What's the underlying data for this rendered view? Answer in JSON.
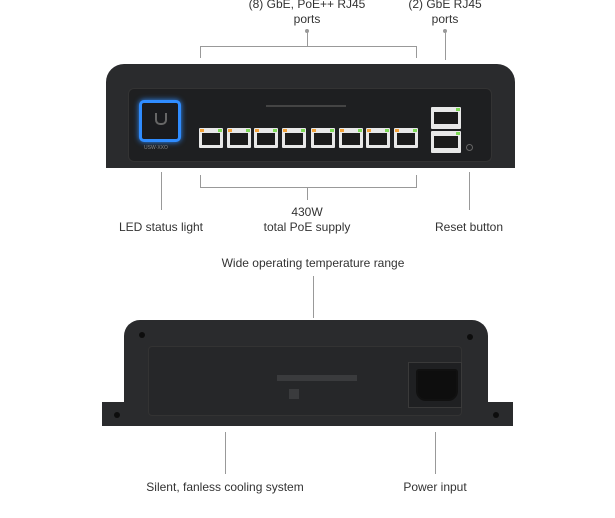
{
  "callouts": {
    "poe_ports": [
      "(8) GbE, PoE++ RJ45",
      "ports"
    ],
    "uplink_ports": [
      "(2) GbE RJ45",
      "ports"
    ],
    "poe_supply": [
      "430W",
      "total PoE supply"
    ],
    "led": "LED status light",
    "reset": "Reset button",
    "temperature": "Wide operating temperature range",
    "cooling": "Silent, fanless cooling system",
    "power": "Power input"
  },
  "device": {
    "model_label": "USW·XXO"
  },
  "colors": {
    "body": "#2a2b2d",
    "led": "#2f8cff",
    "port_link": "#7ed957",
    "port_poe": "#f2a23a"
  }
}
